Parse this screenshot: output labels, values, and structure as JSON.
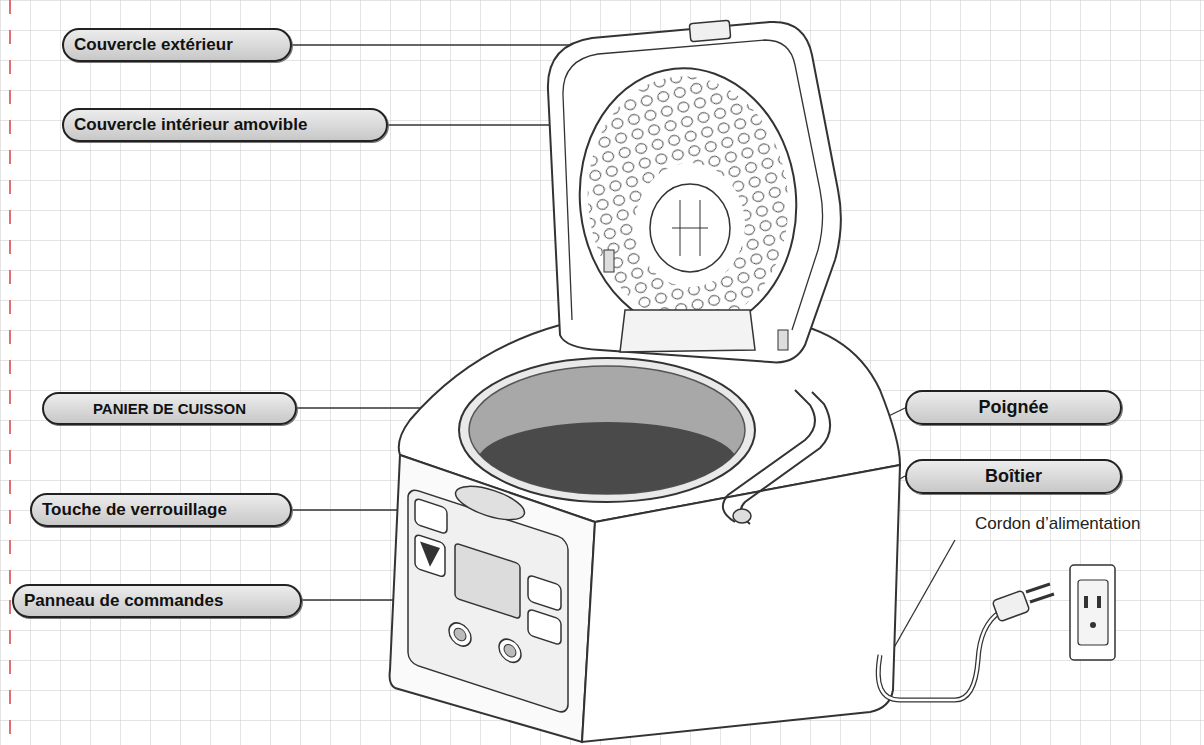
{
  "diagram": {
    "nodes": [
      {
        "text": [
          "Couvercle extérieur"
        ]
      },
      {
        "text": [
          "Couvercle intérieur amovible"
        ]
      },
      {
        "text": [
          "PANIER DE CUISSON"
        ]
      },
      {
        "text": [
          "Poignée"
        ]
      },
      {
        "text": [
          "Boîtier"
        ]
      },
      {
        "text": [
          "Touche de verrouillage"
        ]
      },
      {
        "text": [
          "Panneau de commandes"
        ]
      }
    ],
    "labels": [
      "Cordon d’alimentation"
    ]
  }
}
